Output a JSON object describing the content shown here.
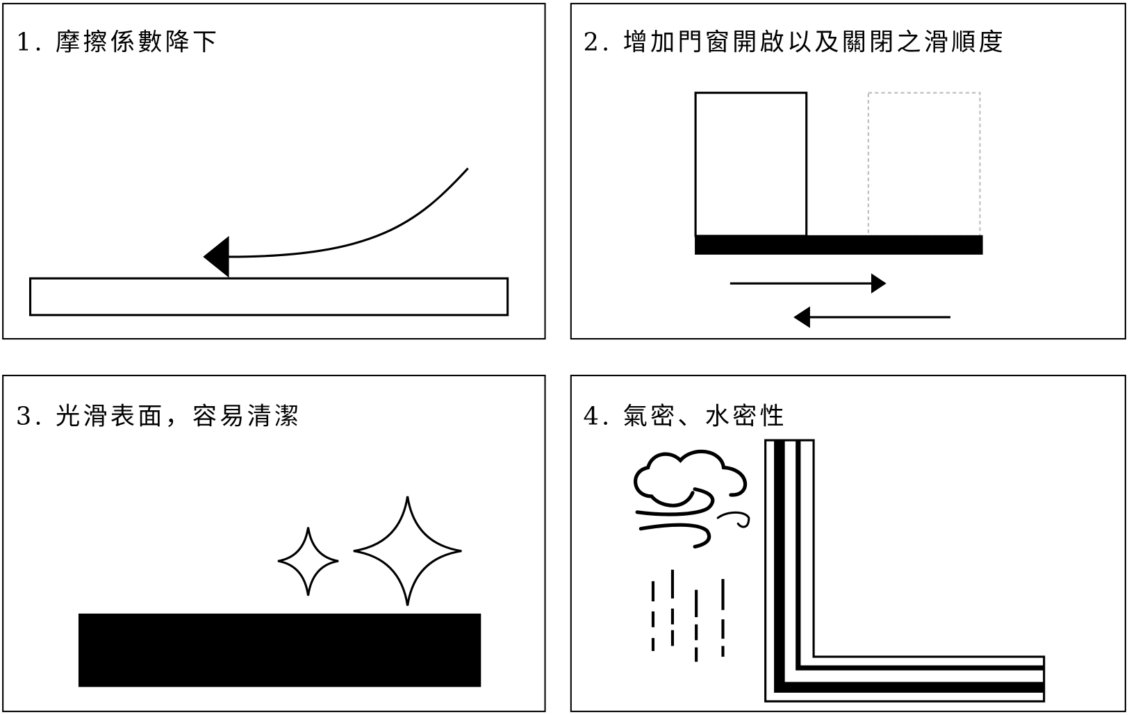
{
  "panels": [
    {
      "title": "1. 摩擦係數降下"
    },
    {
      "title": "2. 增加門窗開啟以及關閉之滑順度"
    },
    {
      "title": "3. 光滑表面，容易清潔"
    },
    {
      "title": "4. 氣密、水密性"
    }
  ],
  "colors": {
    "ink": "#000000",
    "ghost": "#bbbbbb",
    "background": "#ffffff"
  }
}
